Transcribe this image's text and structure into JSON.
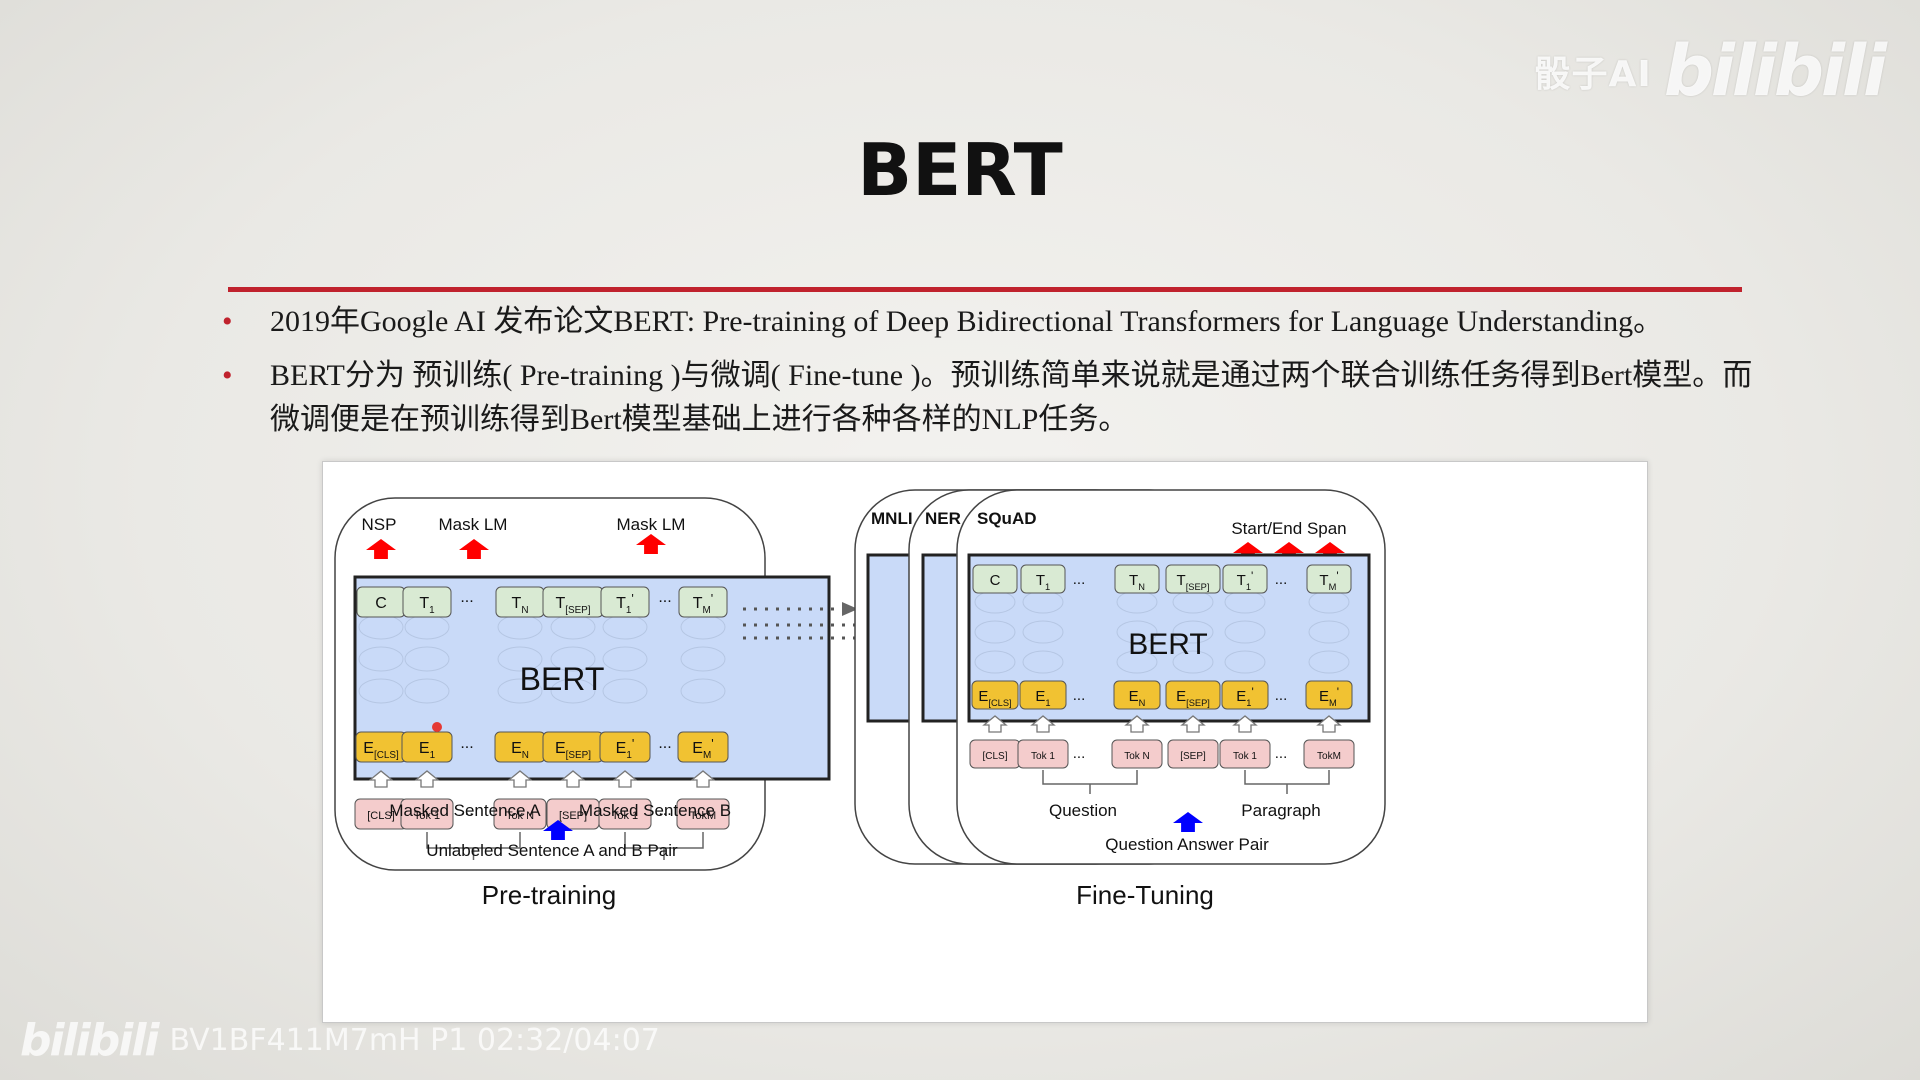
{
  "watermark": {
    "channel": "骰子AI",
    "logo": "bilibili",
    "video_info": "BV1BF411M7mH P1 02:32/04:07"
  },
  "slide": {
    "title": "BERT",
    "bullets": [
      "2019年Google AI 发布论文BERT: Pre-training of Deep Bidirectional Transformers for Language Understanding。",
      "BERT分为 预训练( Pre-training )与微调( Fine-tune )。预训练简单来说就是通过两个联合训练任务得到Bert模型。而微调便是在预训练得到Bert模型基础上进行各种各样的NLP任务。"
    ]
  },
  "figure": {
    "pretrain": {
      "caption": "Pre-training",
      "nsp": "NSP",
      "mask_lm_1": "Mask LM",
      "mask_lm_2": "Mask LM",
      "model": "BERT",
      "sentence_a": "Masked Sentence A",
      "sentence_b": "Masked Sentence B",
      "pair": "Unlabeled Sentence A and B Pair"
    },
    "finetune": {
      "caption": "Fine-Tuning",
      "task_1": "MNLI",
      "task_2": "NER",
      "task_3": "SQuAD",
      "span": "Start/End Span",
      "model": "BERT",
      "sentence_a": "Question",
      "sentence_b": "Paragraph",
      "pair": "Question Answer Pair"
    },
    "ellipsis": "...",
    "outputs": [
      "C",
      "T1",
      "TN",
      "T[SEP]",
      "T1'",
      "TM'"
    ],
    "embeddings": [
      "E[CLS]",
      "E1",
      "EN",
      "E[SEP]",
      "E1'",
      "EM'"
    ],
    "tokens": [
      "[CLS]",
      "Tok 1",
      "Tok N",
      "[SEP]",
      "Tok 1",
      "TokM"
    ],
    "colors": {
      "output_box": "#d9ead3",
      "embed_box": "#f1c232",
      "token_box": "#f4cccc",
      "bert_block": "#c9daf8",
      "red_arrow": "#ff0000",
      "blue_arrow": "#0000ff"
    }
  }
}
